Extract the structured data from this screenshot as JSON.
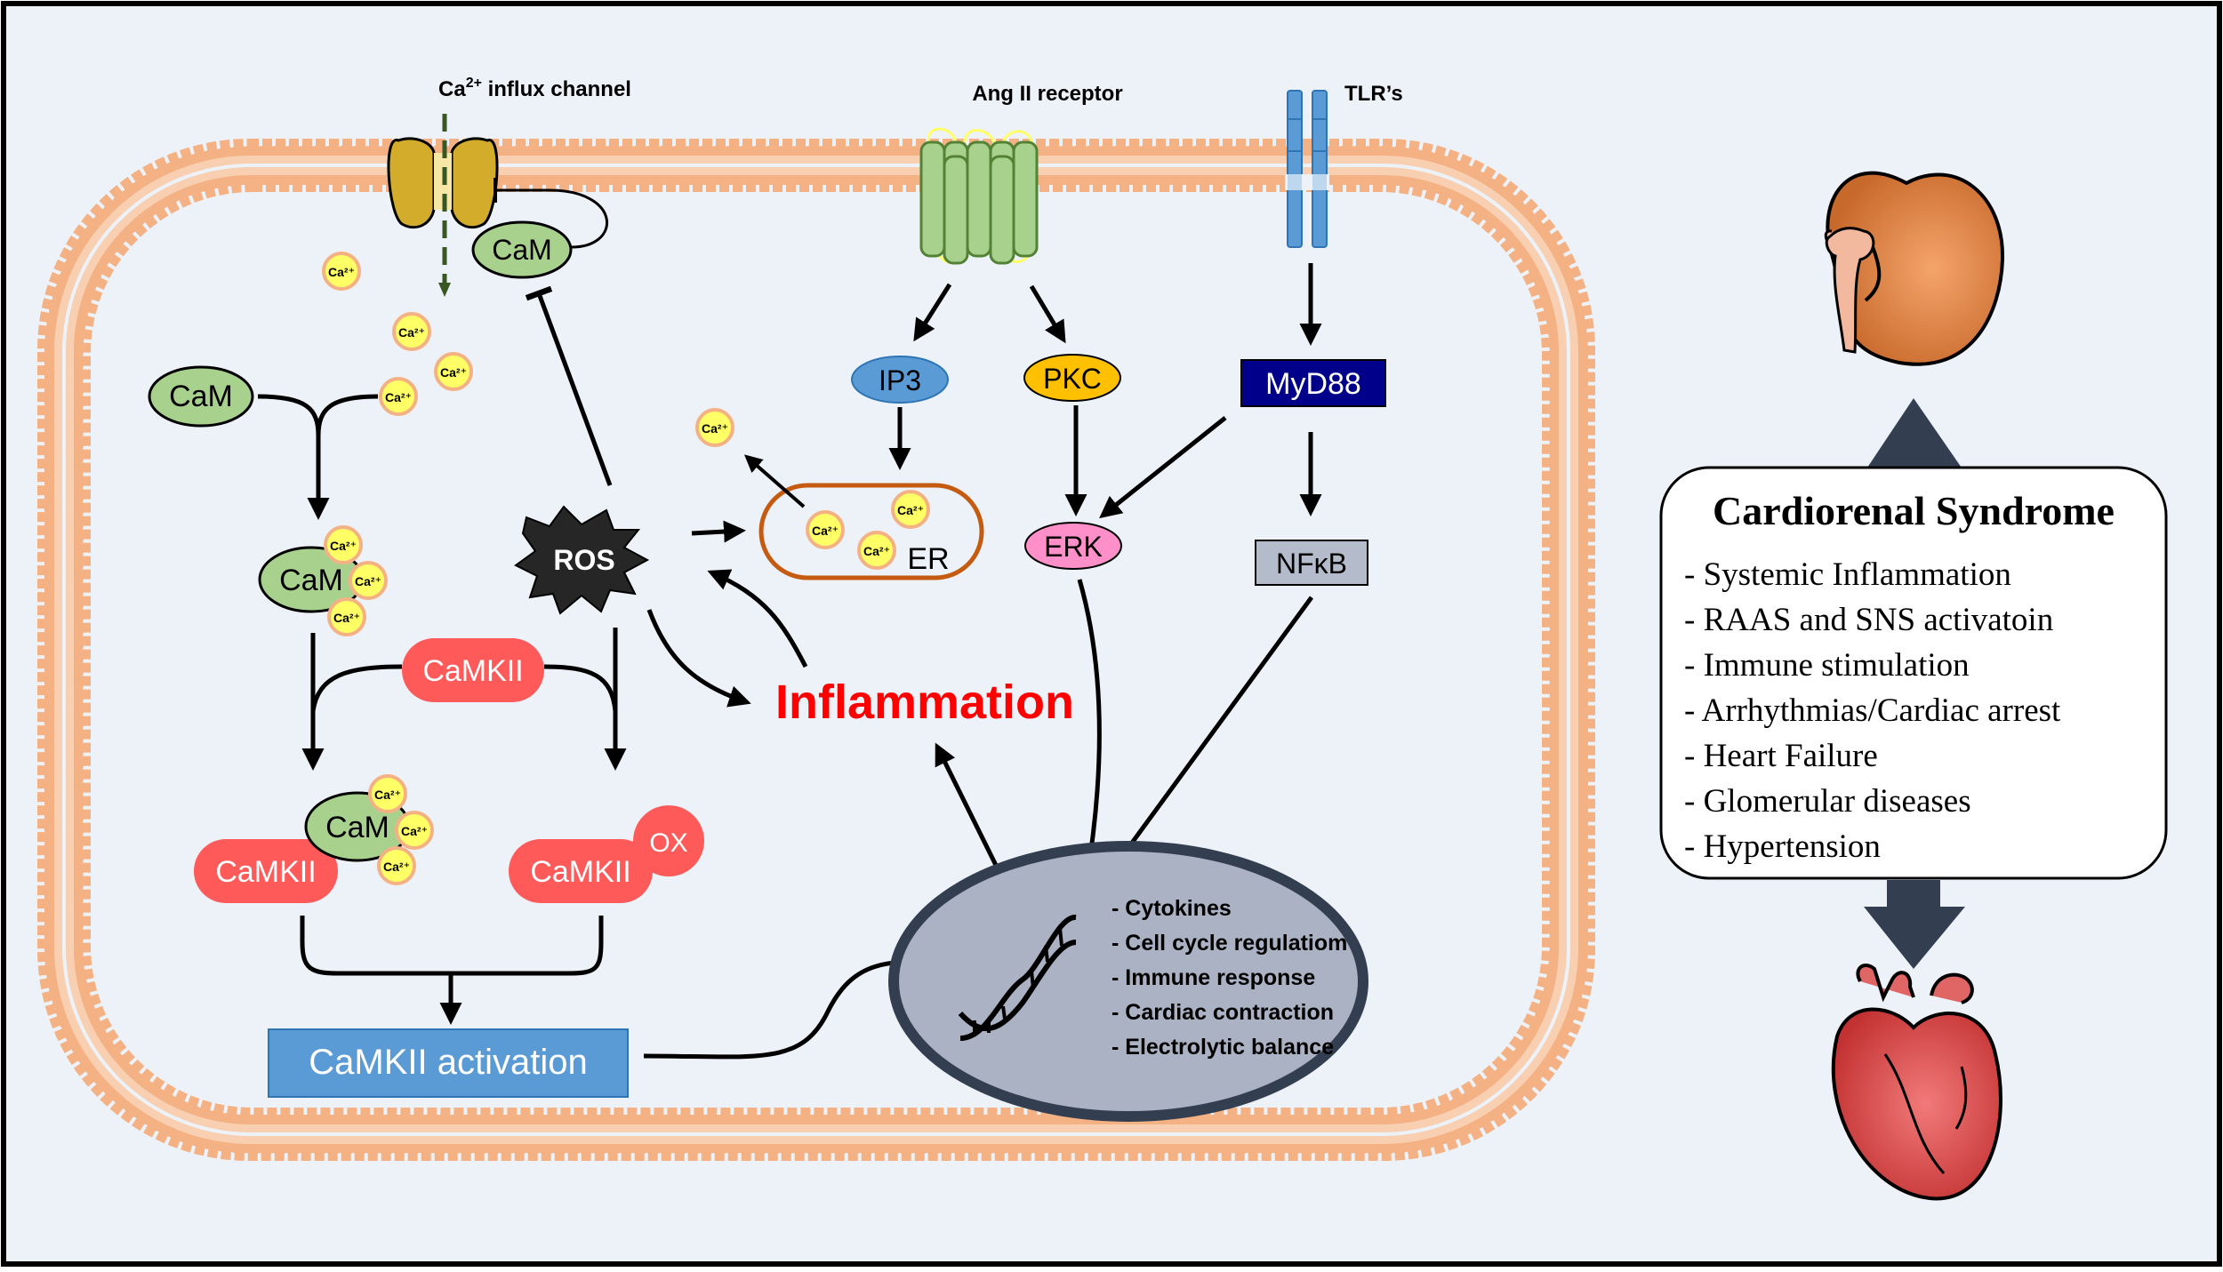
{
  "labels": {
    "ca_channel_main": "Ca",
    "ca_channel_sup": "2+",
    "ca_channel_rest": " influx channel",
    "ang_receptor": "Ang II receptor",
    "tlr": "TLR’s",
    "cam": "CaM",
    "camkii": "CaMKII",
    "ox": "OX",
    "ros": "ROS",
    "er": "ER",
    "ip3": "IP3",
    "pkc": "PKC",
    "myd88": "MyD88",
    "erk": "ERK",
    "nfkb": "NFκB",
    "inflammation": "Inflammation",
    "camkii_activation": "CaMKII activation",
    "ca_ion": "Ca²⁺"
  },
  "nucleus_items": [
    "- Cytokines",
    "- Cell cycle regulatiom",
    "- Immune response",
    "- Cardiac contraction",
    "- Electrolytic balance"
  ],
  "syndrome": {
    "title": "Cardiorenal Syndrome",
    "items": [
      "- Systemic Inflammation",
      "- RAAS and SNS activatoin",
      "- Immune stimulation",
      "- Arrhythmias/Cardiac arrest",
      "- Heart Failure",
      "- Glomerular diseases",
      "- Hypertension"
    ]
  },
  "colors": {
    "background": "#edf2f9",
    "membrane": "#f4b183",
    "cam_green": "#a9d18e",
    "camkii_red": "#ff5a5a",
    "inflammation_red": "#ff0000",
    "ip3_blue": "#5b9bd5",
    "pkc_yellow": "#ffc000",
    "myd88_navy": "#00008b",
    "erk_pink": "#ff8fc8",
    "nfkb_gray": "#b4bccc",
    "nucleus_fill": "#aab2c4",
    "nucleus_border": "#333f50",
    "arrow_slate": "#333f50",
    "er_border": "#c55a11"
  }
}
